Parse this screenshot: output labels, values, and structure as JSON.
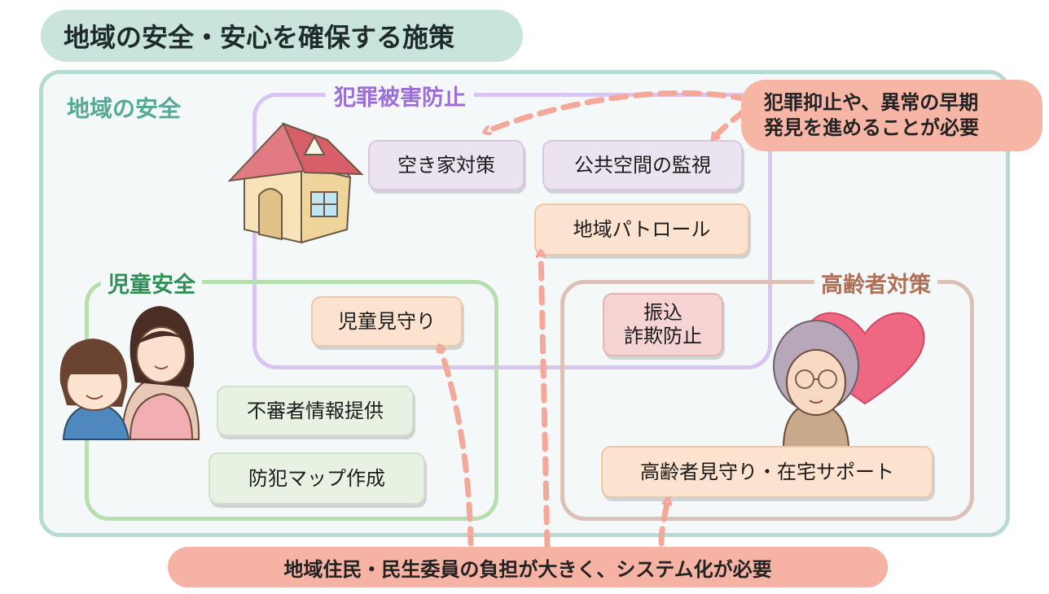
{
  "title": "地域の安全・安心を確保する施策",
  "region_label": "地域の安全",
  "crime": {
    "label": "犯罪被害防止",
    "items": {
      "vacant": "空き家対策",
      "public": "公共空間の監視",
      "patrol": "地域パトロール",
      "fraud_1": "振込",
      "fraud_2": "詐欺防止"
    }
  },
  "child": {
    "label": "児童安全",
    "items": {
      "watch": "児童見守り",
      "suspicious": "不審者情報提供",
      "map": "防犯マップ作成"
    }
  },
  "elder": {
    "label": "高齢者対策",
    "items": {
      "support": "高齢者見守り・在宅サポート"
    }
  },
  "notes": {
    "top_1": "犯罪抑止や、異常の早期",
    "top_2": "発見を進めることが必要",
    "bottom": "地域住民・民生委員の負担が大きく、システム化が必要"
  },
  "colors": {
    "title_bg": "#c9e3dd",
    "crime": "#9b6fd6",
    "child": "#2f8f55",
    "elder": "#b07058",
    "note": "#f7b5a6",
    "arrow": "#f4a89a"
  },
  "icons": [
    "house-illustration",
    "mother-child-illustration",
    "heart-icon",
    "grandmother-illustration"
  ]
}
